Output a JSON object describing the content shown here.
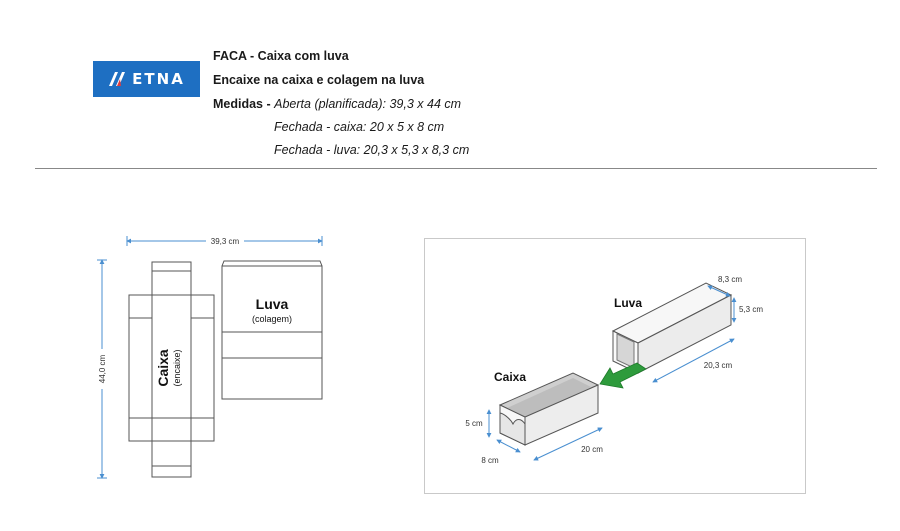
{
  "logo": {
    "text": "ETNA",
    "color": "#1e6fc2"
  },
  "header": {
    "line1": "FACA - Caixa com luva",
    "line2": "Encaixe na caixa e colagem na luva",
    "line3_bold": "Medidas -",
    "line3_italic": "Aberta (planificada): 39,3 x 44 cm",
    "line4": "Fechada - caixa: 20 x 5 x 8 cm",
    "line5": "Fechada - luva: 20,3 x 5,3 x 8,3 cm"
  },
  "dieline": {
    "width_label": "39,3 cm",
    "height_label": "44,0 cm",
    "box_label": "Caixa",
    "box_sub": "(encaixe)",
    "sleeve_label": "Luva",
    "sleeve_sub": "(colagem)"
  },
  "illustration": {
    "sleeve_label": "Luva",
    "box_label": "Caixa",
    "sleeve_width": "8,3 cm",
    "sleeve_height": "5,3 cm",
    "sleeve_length": "20,3 cm",
    "box_height": "5 cm",
    "box_width": "8 cm",
    "box_length": "20 cm",
    "dimension_color": "#4a8fd0",
    "arrow_color": "#2e9b3c"
  }
}
